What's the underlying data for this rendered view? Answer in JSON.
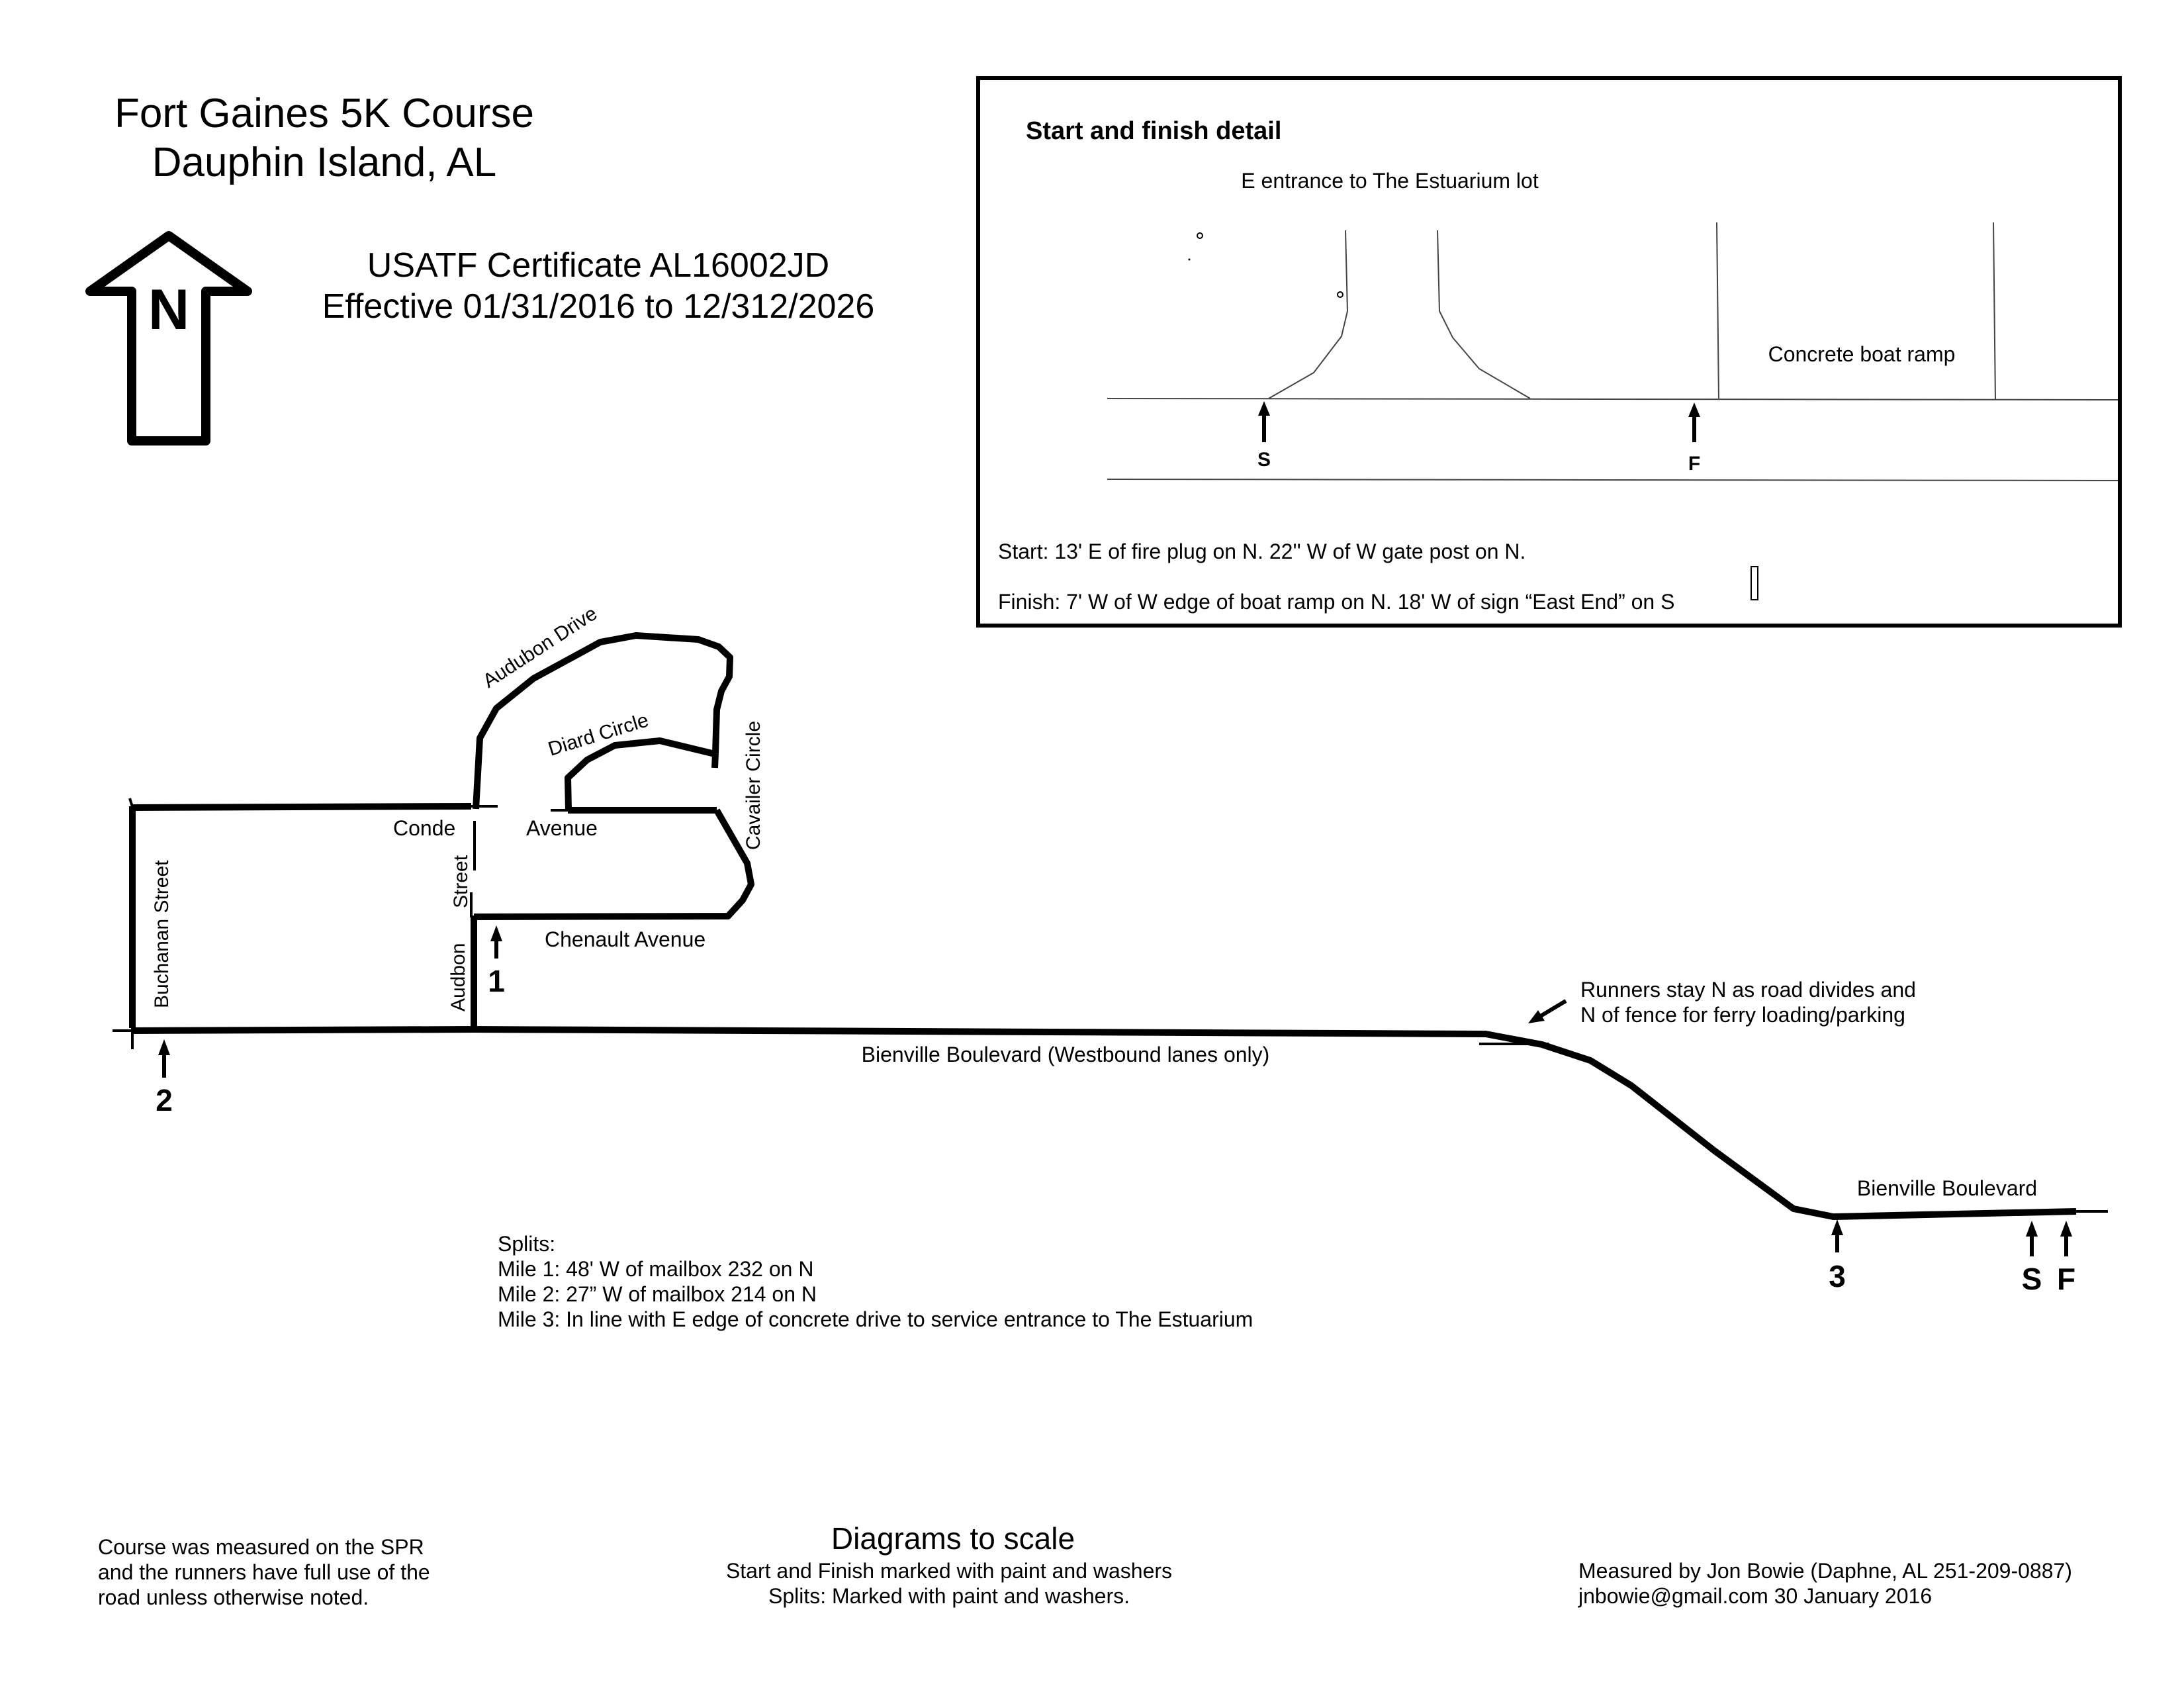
{
  "title": {
    "line1": "Fort Gaines 5K Course",
    "line2": "Dauphin Island, AL"
  },
  "north_arrow": {
    "label": "N",
    "icon": "north-arrow-icon"
  },
  "certificate": {
    "line1": "USATF Certificate AL16002JD",
    "line2": "Effective 01/31/2016 to 12/312/2026"
  },
  "detail": {
    "heading": "Start and finish detail",
    "entrance_label": "E entrance to The Estuarium lot",
    "boat_ramp_label": "Concrete boat ramp",
    "start_marker": "S",
    "finish_marker": "F",
    "start_note": "Start: 13' E of fire plug on N. 22'' W of W gate post on N.",
    "finish_note": "Finish: 7' W of W edge of boat ramp on N. 18' W of sign “East End” on S"
  },
  "streets": {
    "audubon_drive": "Audubon Drive",
    "diard_circle": "Diard Circle",
    "cavailer_circle": "Cavailer Circle",
    "conde": "Conde",
    "avenue": "Avenue",
    "street": "Street",
    "audbon": "Audbon",
    "chenault_avenue": "Chenault Avenue",
    "buchanan_street": "Buchanan Street",
    "bienville_westbound": "Bienville Boulevard (Westbound lanes only)",
    "bienville_boulevard": "Bienville Boulevard"
  },
  "markers": {
    "mile1": "1",
    "mile2": "2",
    "mile3": "3",
    "start": "S",
    "finish": "F"
  },
  "runners_note": {
    "line1": "Runners stay N as road divides and",
    "line2": "N of fence for ferry loading/parking"
  },
  "splits": {
    "heading": "Splits:",
    "mile1": "Mile 1: 48' W of mailbox 232 on N",
    "mile2": "Mile 2: 27” W of mailbox 214 on N",
    "mile3": "Mile 3: In line with E edge of concrete drive to service entrance to The Estuarium"
  },
  "footer": {
    "left_line1": "Course was measured on the SPR",
    "left_line2": " and the runners have full use of the",
    "left_line3": " road unless otherwise noted.",
    "center_title": "Diagrams to scale",
    "center_line1": "Start and Finish marked with paint and washers",
    "center_line2": "Splits: Marked with paint and washers.",
    "right_line1": "Measured by Jon Bowie (Daphne, AL 251-209-0887)",
    "right_line2": "jnbowie@gmail.com 30 January 2016"
  }
}
